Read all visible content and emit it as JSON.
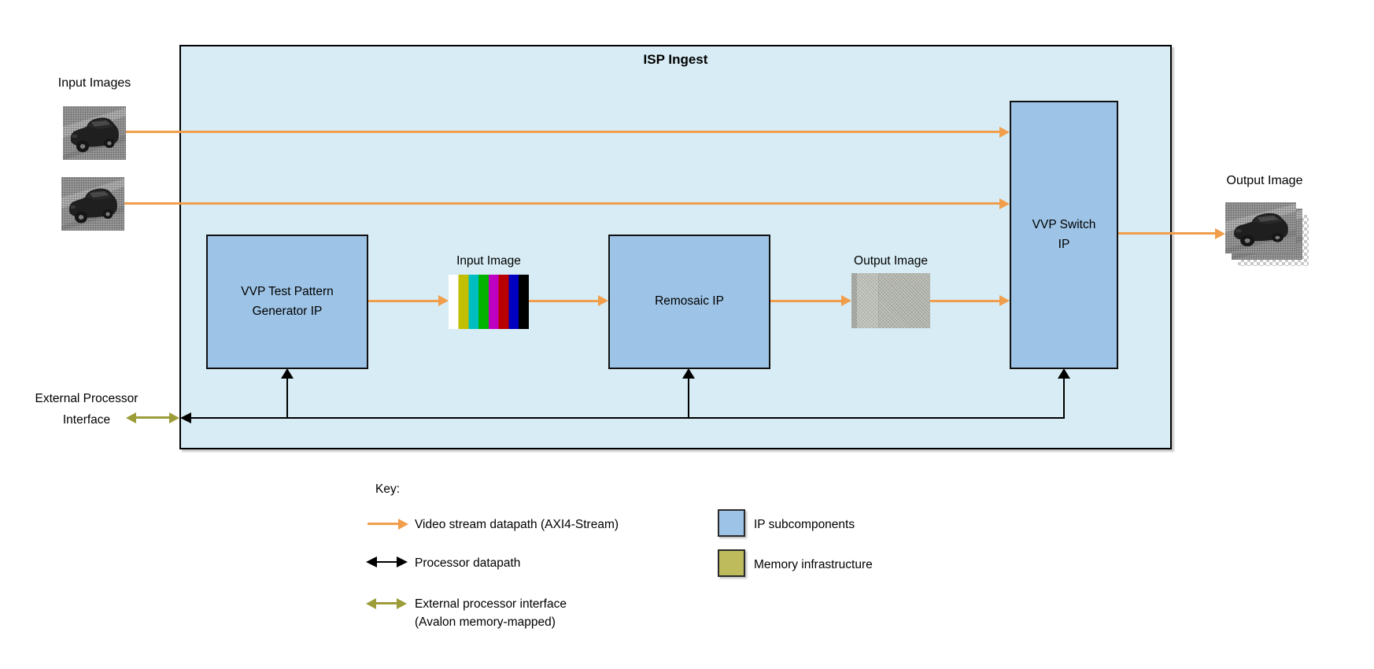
{
  "diagram": {
    "title": "ISP Ingest",
    "input_images_label": "Input Images",
    "blocks": {
      "test_pattern_generator": "VVP Test Pattern Generator IP",
      "remosaic": "Remosaic IP",
      "vvp_switch": "VVP Switch IP"
    },
    "inner_labels": {
      "input_image": "Input Image",
      "output_image": "Output Image"
    },
    "output_image_label": "Output Image",
    "external_processor_interface_label": "External Processor Interface"
  },
  "key": {
    "title": "Key:",
    "video_stream_label": "Video stream datapath (AXI4-Stream)",
    "processor_label": "Processor datapath",
    "external_label_line1": "External processor interface",
    "external_label_line2": "(Avalon memory-mapped)",
    "ip_subcomponents_label": "IP subcomponents",
    "memory_infrastructure_label": "Memory infrastructure"
  },
  "colors": {
    "container_fill": "#D7ECF4",
    "ip_fill": "#9DC3E6",
    "video_stream_arrow": "#F09E4B",
    "processor_arrow": "#000000",
    "external_arrow": "#9C9C39",
    "memory_fill": "#BDBB5C"
  },
  "test_pattern_bars": [
    "#FFFFFF",
    "#C2BE00",
    "#00BEC0",
    "#00B400",
    "#C000C0",
    "#B80000",
    "#0000C0",
    "#000000"
  ]
}
